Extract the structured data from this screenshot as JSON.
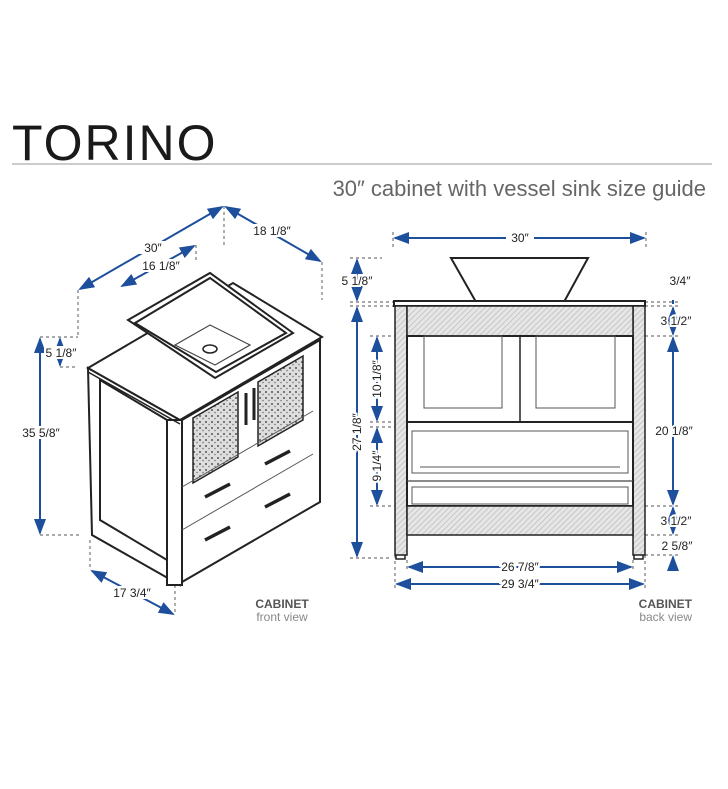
{
  "title": "TORINO",
  "subtitle": "30″ cabinet with vessel sink size guide",
  "accent_color": "#1d4f9c",
  "front_view": {
    "caption_title": "CABINET",
    "caption_sub": "front view",
    "dims": {
      "width": "30″",
      "sink_width": "16 1/8″",
      "depth": "18 1/8″",
      "sink_height": "5 1/8″",
      "total_height": "35 5/8″",
      "cabinet_depth": "17 3/4″"
    }
  },
  "back_view": {
    "caption_title": "CABINET",
    "caption_sub": "back view",
    "dims": {
      "width": "30″",
      "sink_height": "5 1/8″",
      "cabinet_height": "27 1/8″",
      "door_height": "10 1/8″",
      "drawer_height": "9 1/4″",
      "top_thickness": "3/4″",
      "top_rail": "3 1/2″",
      "interior_height": "20 1/8″",
      "bottom_rail": "3 1/2″",
      "leg_height": "2 5/8″",
      "inner_width": "26 7/8″",
      "outer_width": "29 3/4″"
    }
  }
}
